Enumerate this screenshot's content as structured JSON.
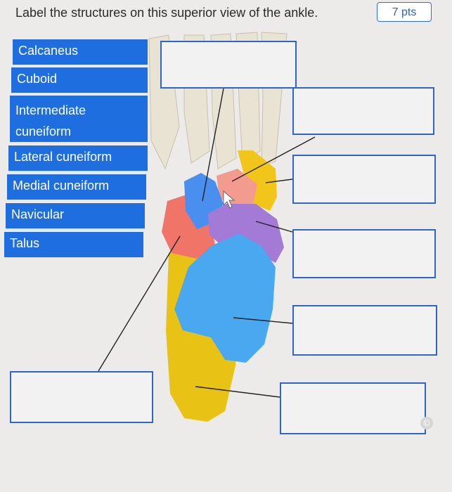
{
  "question": {
    "prompt": "Label the structures on this superior view of the ankle.",
    "points": "7 pts"
  },
  "labels": [
    {
      "text": "Calcaneus"
    },
    {
      "text": "Cuboid"
    },
    {
      "text": "Intermediate cuneiform"
    },
    {
      "text": "Lateral cuneiform"
    },
    {
      "text": "Medial cuneiform"
    },
    {
      "text": "Navicular"
    },
    {
      "text": "Talus"
    }
  ],
  "colors": {
    "label_bg": "#1f6ee0",
    "dropbox_border": "#2d66c8",
    "talus": "#4aa8f0",
    "calcaneus": "#e8c315",
    "navicular": "#a37ad6",
    "medial_cuneiform": "#f07568",
    "intermediate_cuneiform": "#f49b8f",
    "lateral_cuneiform": "#4a8ff0",
    "cuboid": "#f2c51a"
  },
  "icons": {
    "corner": "copyright-icon"
  }
}
